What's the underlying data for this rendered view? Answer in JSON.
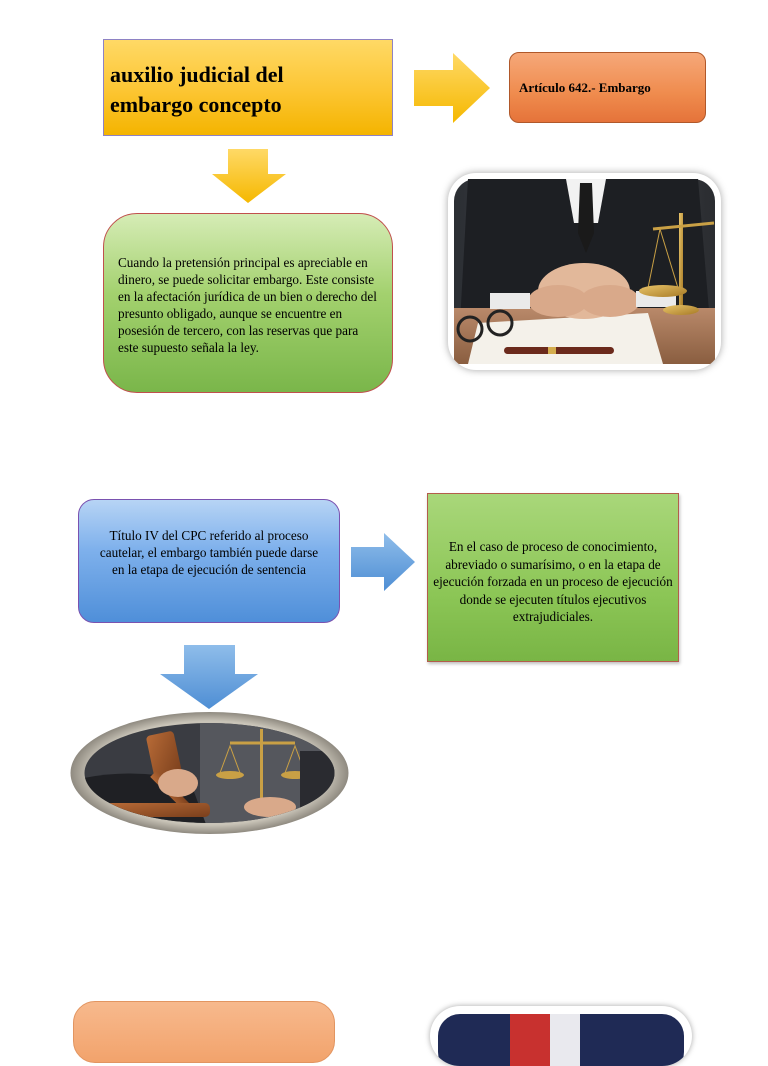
{
  "title_box": {
    "text": "auxilio judicial del embargo concepto",
    "line1": "auxilio judicial del",
    "line2": "embargo concepto"
  },
  "article_box": {
    "text": "Artículo 642.- Embargo"
  },
  "definition_box": {
    "text": "Cuando la pretensión principal es apreciable en dinero, se puede solicitar embargo. Este consiste en la afectación jurídica de un bien o derecho del presunto obligado, aunque se encuentre en posesión de tercero, con las reservas que para este supuesto señala la ley."
  },
  "titulo_box": {
    "text": "Título IV del CPC referido al proceso cautelar, el embargo también puede darse en la etapa de ejecución de sentencia"
  },
  "proceso_box": {
    "text": "En el caso de proceso de conocimiento, abreviado o sumarísimo,  o en la etapa de ejecución forzada en un proceso de ejecución donde se ejecuten títulos ejecutivos extrajudiciales."
  },
  "colors": {
    "title_fill": "#fcc531",
    "arrow_yellow": "#fcc531",
    "article_fill": "#ef8b4d",
    "definition_fill": "#a3d16e",
    "titulo_fill": "#7fb1ec",
    "arrow_blue": "#5b9bd5",
    "proceso_fill": "#8cc656",
    "bottom_orange": "#f2a36c"
  },
  "icons": [
    "arrow-right-yellow",
    "arrow-down-yellow",
    "arrow-right-blue",
    "arrow-down-blue"
  ],
  "images": [
    "judge-hands-scales-photo",
    "gavel-scales-oval-photo",
    "bottom-flag-photo"
  ]
}
